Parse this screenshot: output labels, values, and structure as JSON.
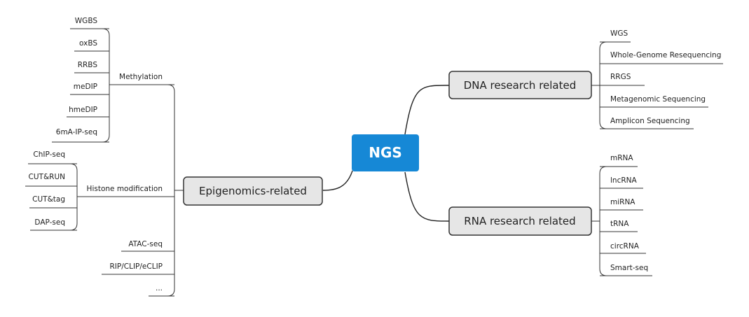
{
  "root": {
    "label": "NGS"
  },
  "dna": {
    "label": "DNA research related",
    "items": [
      "WGS",
      "Whole-Genome Resequencing",
      "RRGS",
      "Metagenomic Sequencing",
      "Amplicon Sequencing"
    ]
  },
  "rna": {
    "label": "RNA research related",
    "items": [
      "mRNA",
      "lncRNA",
      "miRNA",
      "tRNA",
      "circRNA",
      "Smart-seq"
    ]
  },
  "epi": {
    "label": "Epigenomics-related",
    "methylation": {
      "label": "Methylation",
      "items": [
        "WGBS",
        "oxBS",
        "RRBS",
        "meDIP",
        "hmeDIP",
        "6mA-IP-seq"
      ]
    },
    "histone": {
      "label": "Histone modification",
      "items": [
        "ChIP-seq",
        "CUT&RUN",
        "CUT&tag",
        "DAP-seq"
      ]
    },
    "others": [
      "ATAC-seq",
      "RIP/CLIP/eCLIP",
      "..."
    ]
  },
  "colors": {
    "root": "#1688d6",
    "topic_fill": "#e6e6e6",
    "line": "#333333"
  }
}
